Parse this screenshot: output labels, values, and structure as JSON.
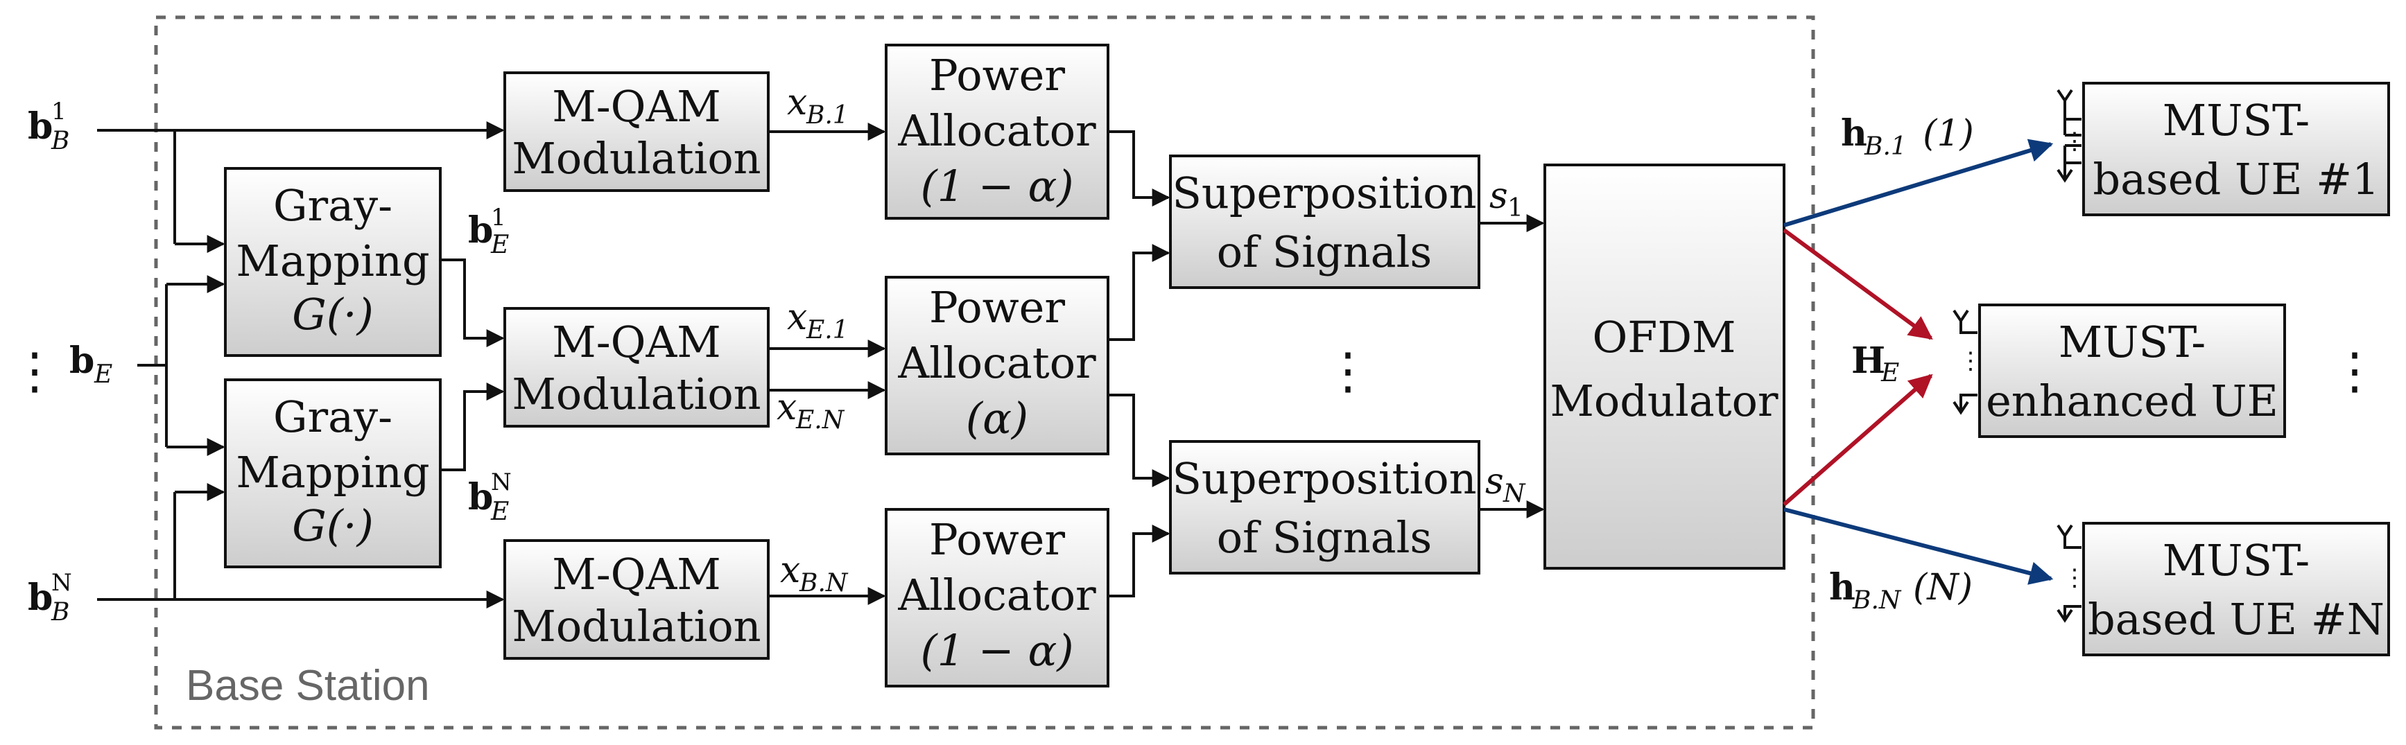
{
  "labels": {
    "base_station": "Base Station",
    "mqam": [
      "M-QAM",
      "Modulation"
    ],
    "power_allocator": "Power",
    "allocator": "Allocator",
    "pa_factor_b": "(1 − α)",
    "pa_factor_e": "(α)",
    "gray": [
      "Gray-",
      "Mapping",
      "G(·)"
    ],
    "superposition": [
      "Superposition",
      "of Signals"
    ],
    "ofdm": [
      "OFDM",
      "Modulator"
    ],
    "ue1": [
      "MUST-",
      "based UE #1"
    ],
    "uee": [
      "MUST-",
      "enhanced UE"
    ],
    "uen": [
      "MUST-",
      "based UE #N"
    ]
  },
  "signals": {
    "bb1_main": "b",
    "bb1_sup": "1",
    "bb1_sub": "B",
    "be_main": "b",
    "be_sub": "E",
    "bbn_main": "b",
    "bbn_sup": "N",
    "bbn_sub": "B",
    "be1_main": "b",
    "be1_sup": "1",
    "be1_sub": "E",
    "ben_main": "b",
    "ben_sup": "N",
    "ben_sub": "E",
    "xb1": "x",
    "xb1_sub": "B.1",
    "xe1": "x",
    "xe1_sub": "E.1",
    "xen": "x",
    "xen_sub": "E.N",
    "xbn": "x",
    "xbn_sub": "B.N",
    "s1": "s",
    "s1_sub": "1",
    "sn": "s",
    "sn_sub": "N",
    "h1": "h",
    "h1_sub": "B.1",
    "h1_arg": "(1)",
    "he": "H",
    "he_sub": "E",
    "hn": "h",
    "hn_sub": "B.N",
    "hn_arg": "(N)"
  },
  "colors": {
    "link_blue": "#0d3a7a",
    "link_red": "#b01226",
    "box_fill_top": "#ffffff",
    "box_fill_bottom": "#cfcfcf",
    "dashed_border": "#666666"
  }
}
